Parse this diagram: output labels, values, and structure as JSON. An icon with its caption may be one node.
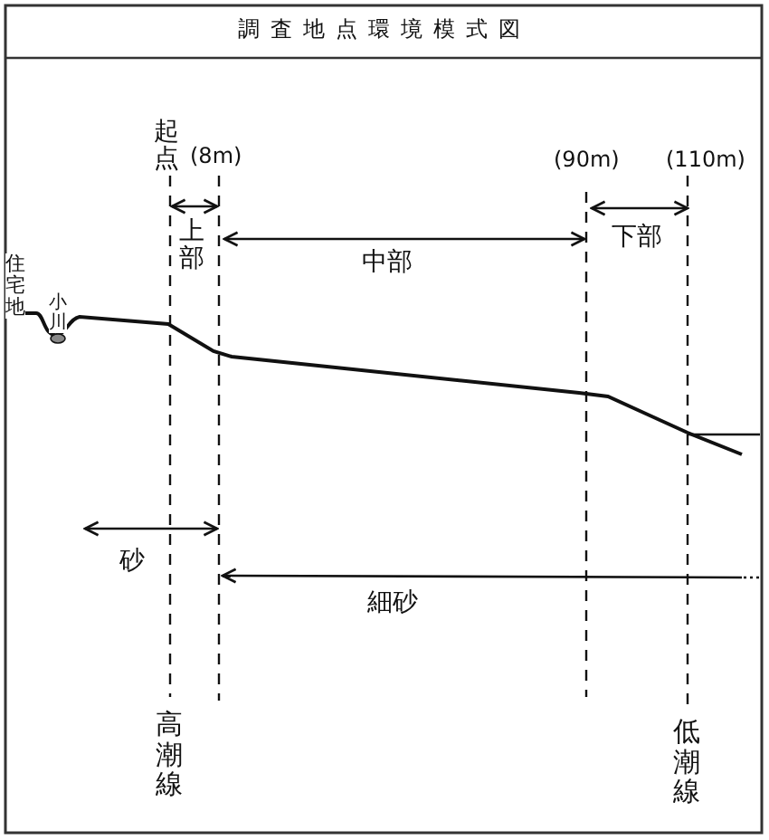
{
  "diagram": {
    "title": "調査地点環境模式図",
    "labels": [
      "起点",
      "(8m)",
      "(90m)",
      "(110m)",
      "上部",
      "中部",
      "下部",
      "住宅地",
      "小川",
      "砂",
      "細砂",
      "高潮線",
      "低潮線"
    ]
  }
}
